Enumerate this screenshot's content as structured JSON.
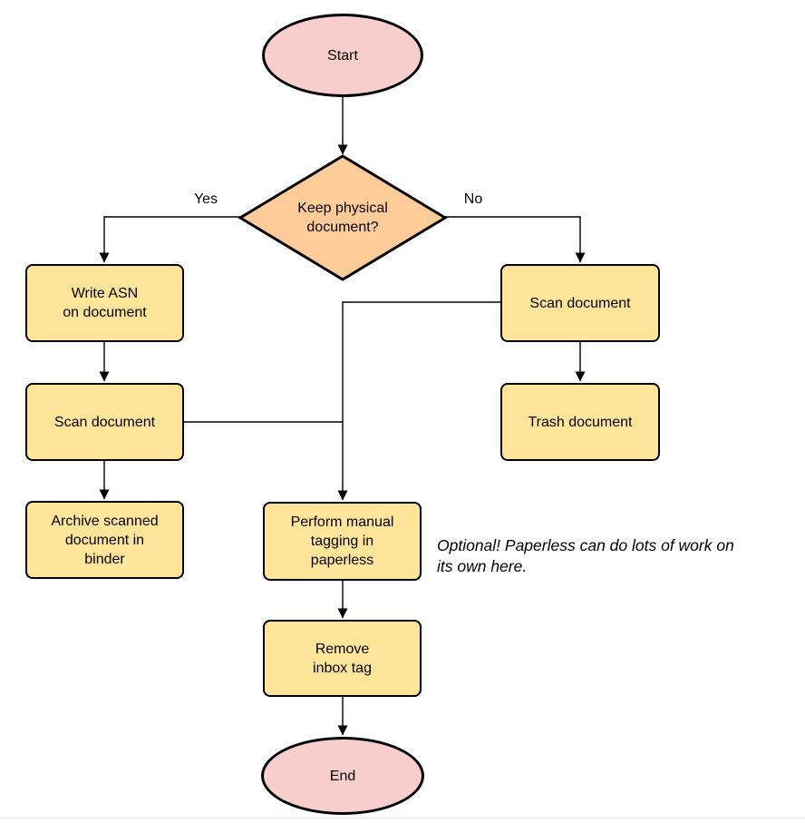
{
  "colors": {
    "terminal_fill": "#F8CECC",
    "process_fill": "#FFE599",
    "decision_fill": "#FFCC99",
    "stroke": "#000000",
    "background": "#FFFFFF"
  },
  "nodes": {
    "start": {
      "label": "Start"
    },
    "decision": {
      "label": "Keep physical\ndocument?"
    },
    "write_asn": {
      "label": "Write ASN\non document"
    },
    "scan_left": {
      "label": "Scan document"
    },
    "archive": {
      "label": "Archive scanned\ndocument in\nbinder"
    },
    "scan_right": {
      "label": "Scan document"
    },
    "trash": {
      "label": "Trash document"
    },
    "tagging": {
      "label": "Perform manual\ntagging in\npaperless"
    },
    "remove_inbox": {
      "label": "Remove\ninbox tag"
    },
    "end": {
      "label": "End"
    }
  },
  "edge_labels": {
    "yes": "Yes",
    "no": "No"
  },
  "annotation": {
    "text": "Optional! Paperless can do lots of work on\nits own here."
  }
}
